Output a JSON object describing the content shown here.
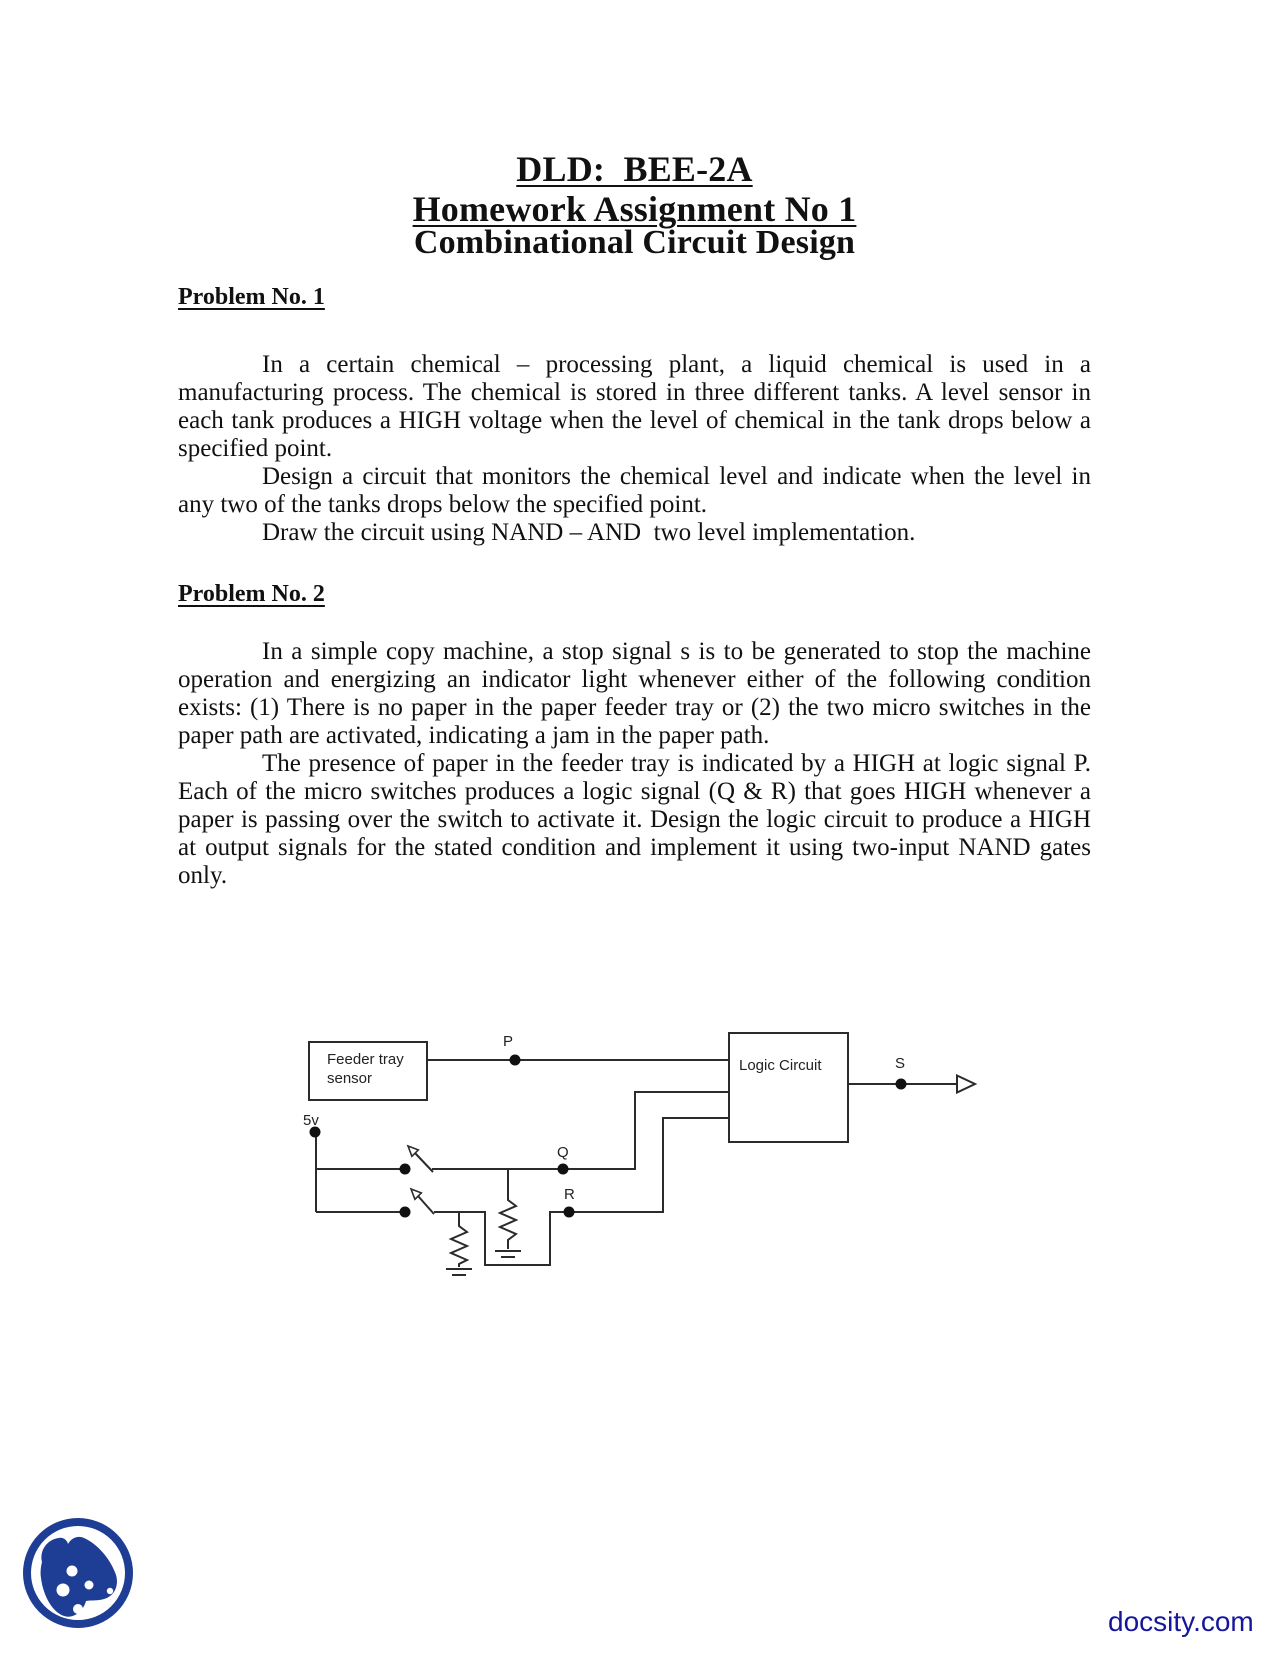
{
  "document": {
    "title_line1": "DLD:  BEE-2A",
    "title_line2": "Homework Assignment No 1",
    "title_line3": "Combinational Circuit Design",
    "problem1": {
      "heading": "Problem No. 1",
      "paragraphs": [
        "In a certain chemical – processing plant, a liquid chemical is used in a manufacturing process. The chemical is stored in three different tanks. A level sensor in each tank produces a HIGH voltage when the level of chemical in the tank drops below a specified point.",
        "Design a circuit that monitors the chemical level and indicate when the level in any two of the tanks drops below the specified point.",
        "Draw the circuit using NAND – AND  two level implementation."
      ]
    },
    "problem2": {
      "heading": "Problem No. 2",
      "paragraphs": [
        "In a simple copy machine, a stop signal s is to be generated to stop the machine operation and energizing an indicator light whenever either of the following condition exists: (1) There is no paper in the paper feeder tray or (2) the two micro switches in the paper path are activated, indicating a jam in the paper path.",
        "The presence of paper in the feeder tray is indicated by a HIGH at logic signal P. Each of the micro switches produces a logic signal (Q & R) that goes HIGH whenever a paper is passing over the switch to activate it. Design the logic circuit to produce a HIGH at output signals for the stated condition and implement it using two-input NAND gates only."
      ]
    }
  },
  "diagram": {
    "feeder_box_line1": "Feeder tray",
    "feeder_box_line2": "sensor",
    "logic_box_label": "Logic Circuit",
    "labels": {
      "p": "P",
      "q": "Q",
      "r": "R",
      "s": "S",
      "supply": "5v"
    }
  },
  "footer": {
    "site": "docsity.com"
  },
  "colors": {
    "brand_blue": "#1e3d94",
    "link_blue": "#16169b",
    "line": "#2b2b2b"
  }
}
